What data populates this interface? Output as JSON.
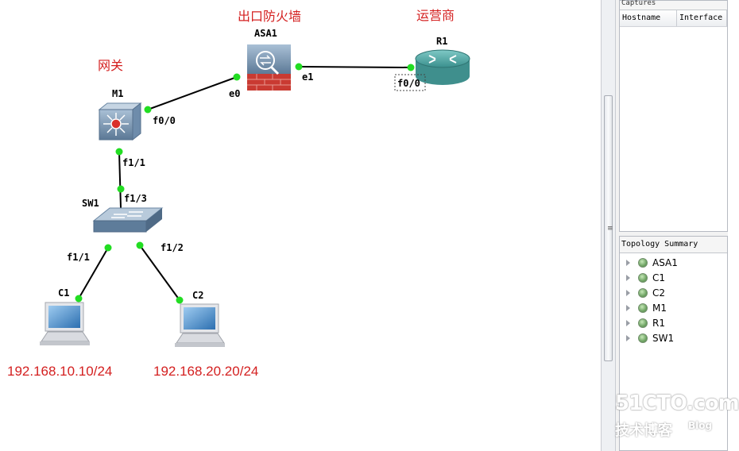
{
  "annotations": {
    "gateway": "网关",
    "firewall": "出口防火墙",
    "isp": "运营商"
  },
  "devices": {
    "asa1": "ASA1",
    "r1": "R1",
    "m1": "M1",
    "sw1": "SW1",
    "c1": "C1",
    "c2": "C2"
  },
  "interfaces": {
    "asa_e0": "e0",
    "asa_e1": "e1",
    "r1_f00": "f0/0",
    "m1_f00": "f0/0",
    "m1_f11": "f1/1",
    "sw1_f13": "f1/3",
    "sw1_f11": "f1/1",
    "sw1_f12": "f1/2"
  },
  "hosts": {
    "c1_ip": "192.168.10.10/24",
    "c2_ip": "192.168.20.20/24"
  },
  "top_dock": {
    "title": "Captures",
    "col_hostname": "Hostname",
    "col_interface": "Interface"
  },
  "scrollbar": {
    "grip": "≡"
  },
  "topology_summary": {
    "title": "Topology Summary",
    "items": [
      "ASA1",
      "C1",
      "C2",
      "M1",
      "R1",
      "SW1"
    ]
  },
  "watermark": {
    "site": "51CTO.com",
    "sub": "技术博客",
    "blog": "Blog"
  },
  "colors": {
    "link_status": "#22dd22",
    "annotation": "#d42020"
  }
}
